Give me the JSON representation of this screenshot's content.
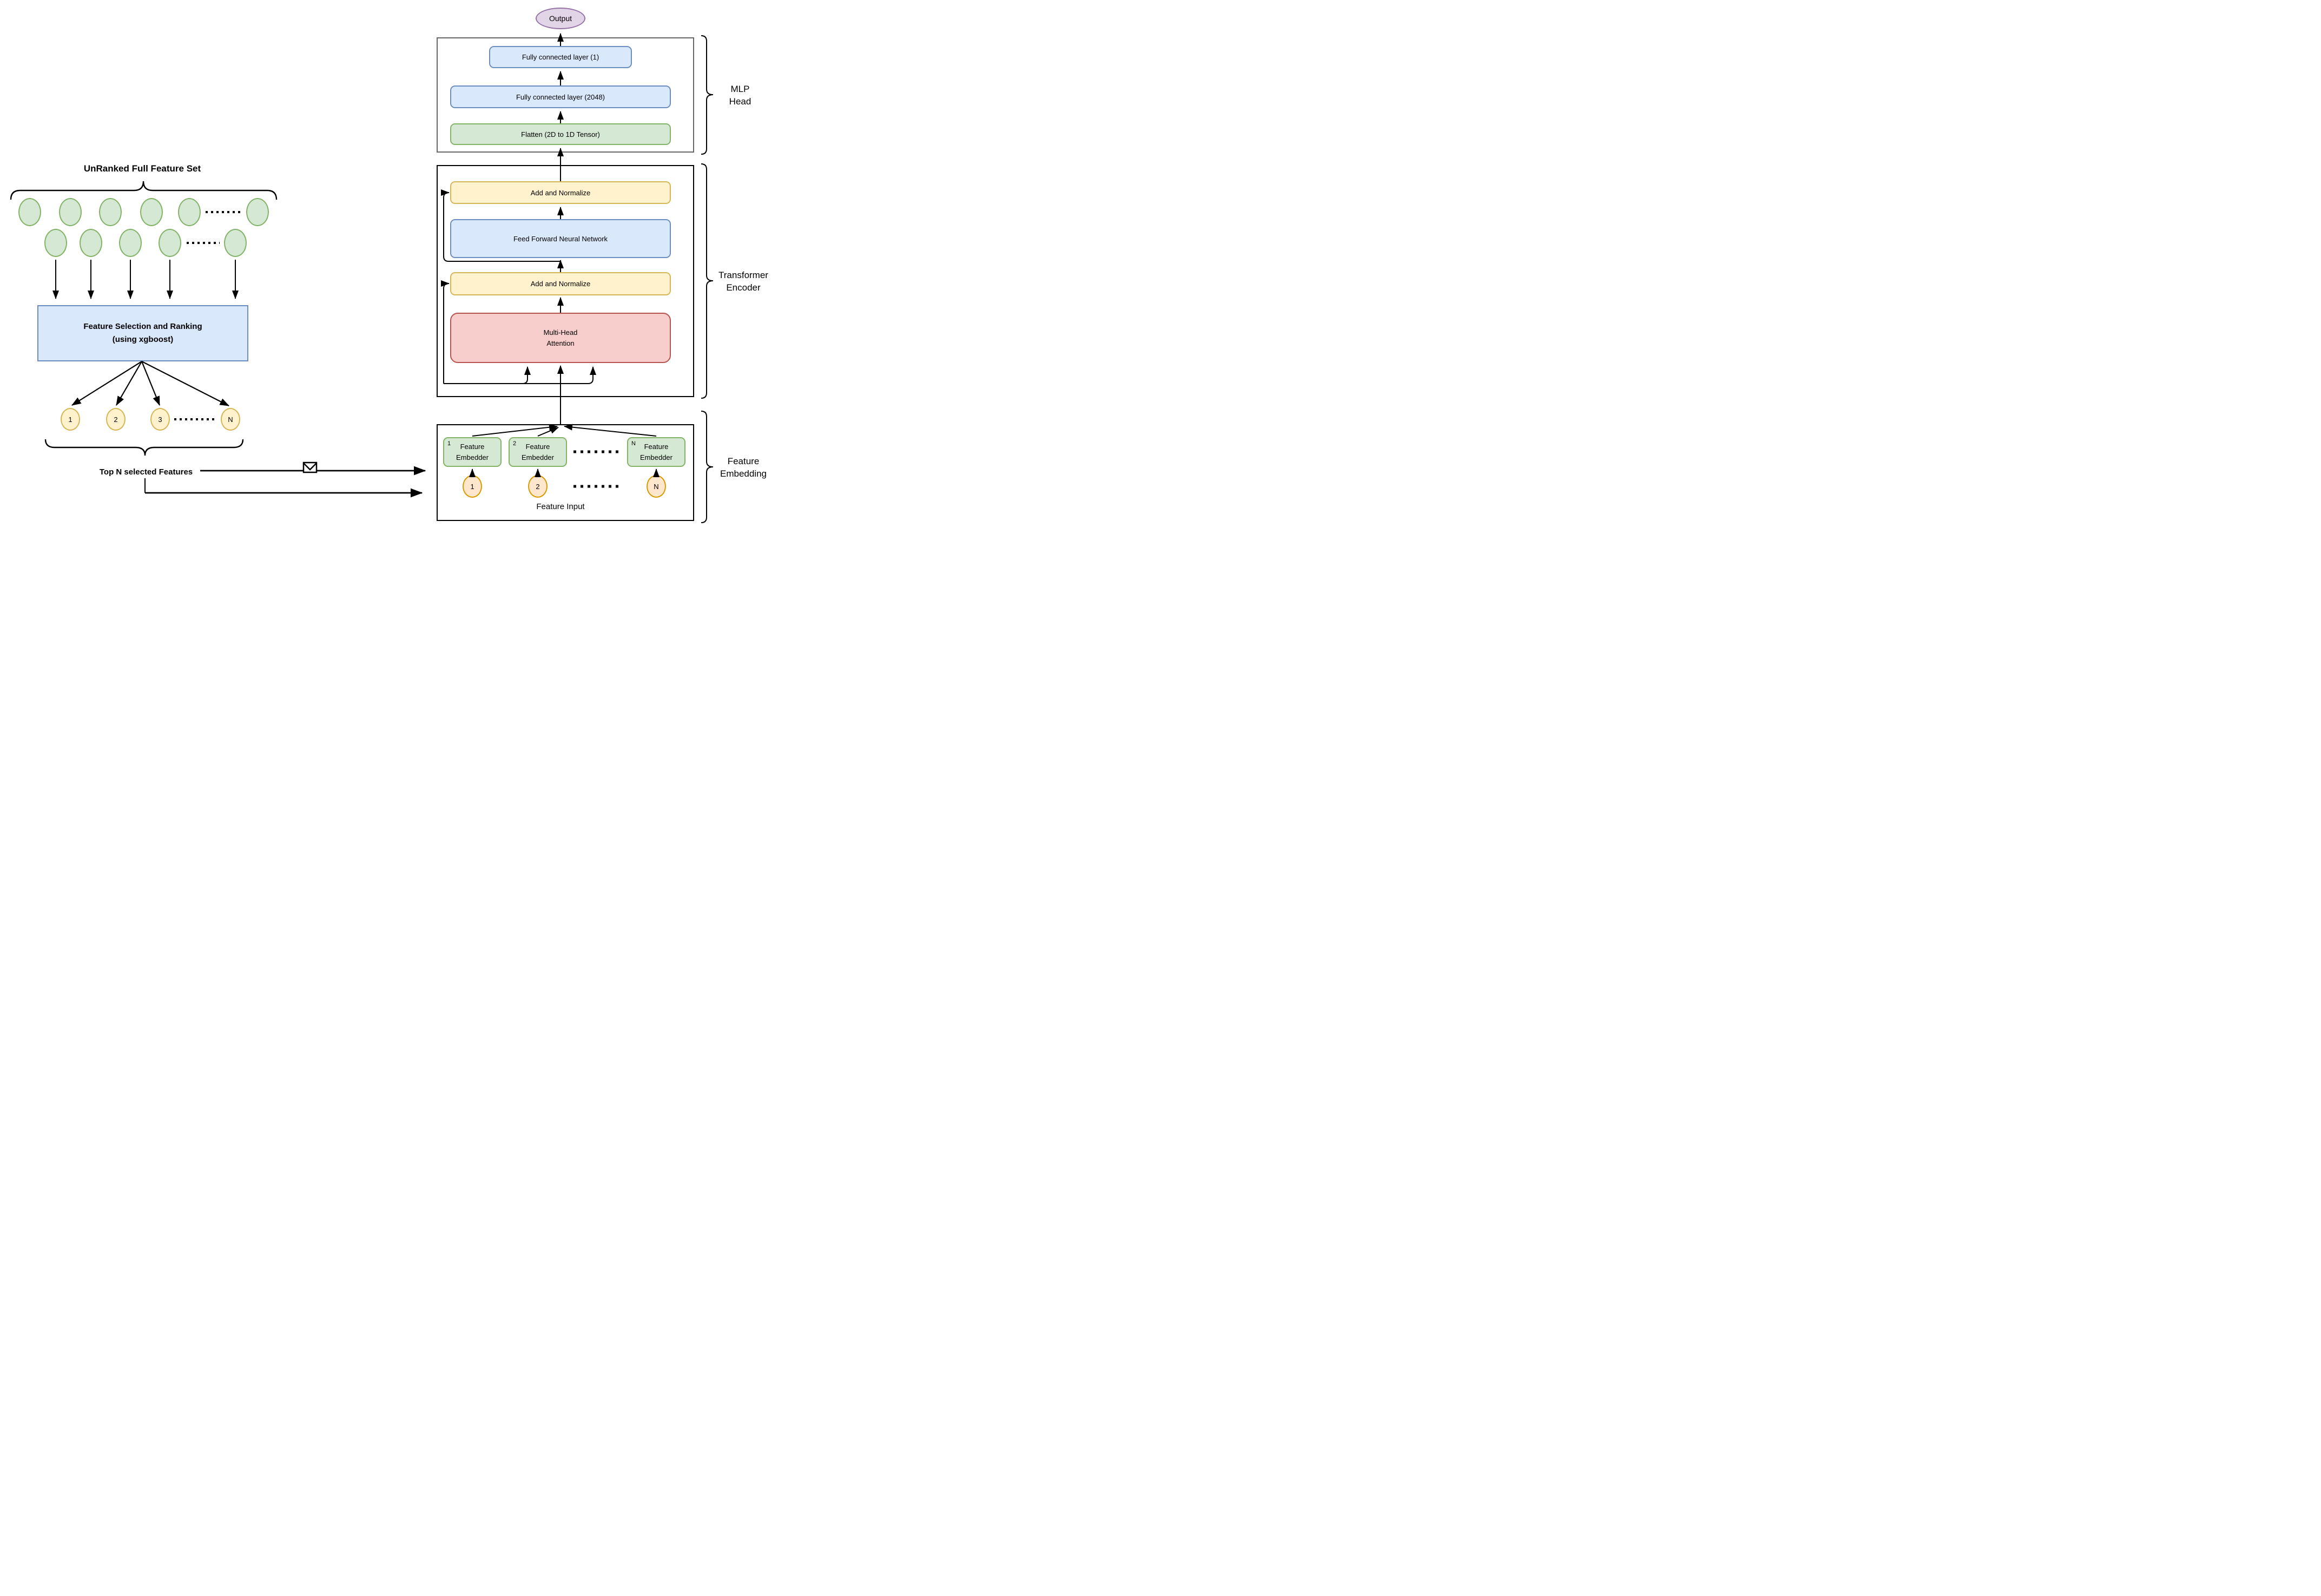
{
  "palette": {
    "blue_fill": "#DAE8FC",
    "blue_stroke": "#6C8EBF",
    "green_fill": "#D5E8D4",
    "green_stroke": "#82B366",
    "yellow_fill": "#FFF2CC",
    "yellow_stroke": "#D6B656",
    "red_fill": "#F8CECC",
    "red_stroke": "#B85450",
    "purple_fill": "#E1D5E7",
    "purple_stroke": "#9673A6",
    "orange_fill": "#FFE6CC",
    "orange_stroke": "#D79B00",
    "outer_box_gray": "#666666",
    "line_color": "#000000"
  },
  "output": {
    "label": "Output"
  },
  "mlp_head": {
    "brace_label_line1": "MLP",
    "brace_label_line2": "Head",
    "fc1": "Fully connected layer (1)",
    "fc2048": "Fully connected layer (2048)",
    "flatten": "Flatten (2D to 1D Tensor)"
  },
  "transformer_encoder": {
    "brace_label_line1": "Transformer",
    "brace_label_line2": "Encoder",
    "add_norm_top": "Add and Normalize",
    "ffnn": "Feed Forward Neural Network",
    "add_norm_bottom": "Add and Normalize",
    "mha_line1": "Multi-Head",
    "mha_line2": "Attention"
  },
  "feature_embedding": {
    "brace_label_line1": "Feature",
    "brace_label_line2": "Embedding",
    "embedders": [
      {
        "index": "1",
        "line1": "Feature",
        "line2": "Embedder"
      },
      {
        "index": "2",
        "line1": "Feature",
        "line2": "Embedder"
      },
      {
        "index": "N",
        "line1": "Feature",
        "line2": "Embedder"
      }
    ],
    "inputs": [
      "1",
      "2",
      "N"
    ],
    "caption": "Feature Input"
  },
  "left_panel": {
    "title": "UnRanked Full Feature Set",
    "selection_box_line1": "Feature Selection and Ranking",
    "selection_box_line2": "(using xgboost)",
    "ranked_features": [
      "1",
      "2",
      "3",
      "N"
    ],
    "bottom_label": "Top N selected Features"
  }
}
